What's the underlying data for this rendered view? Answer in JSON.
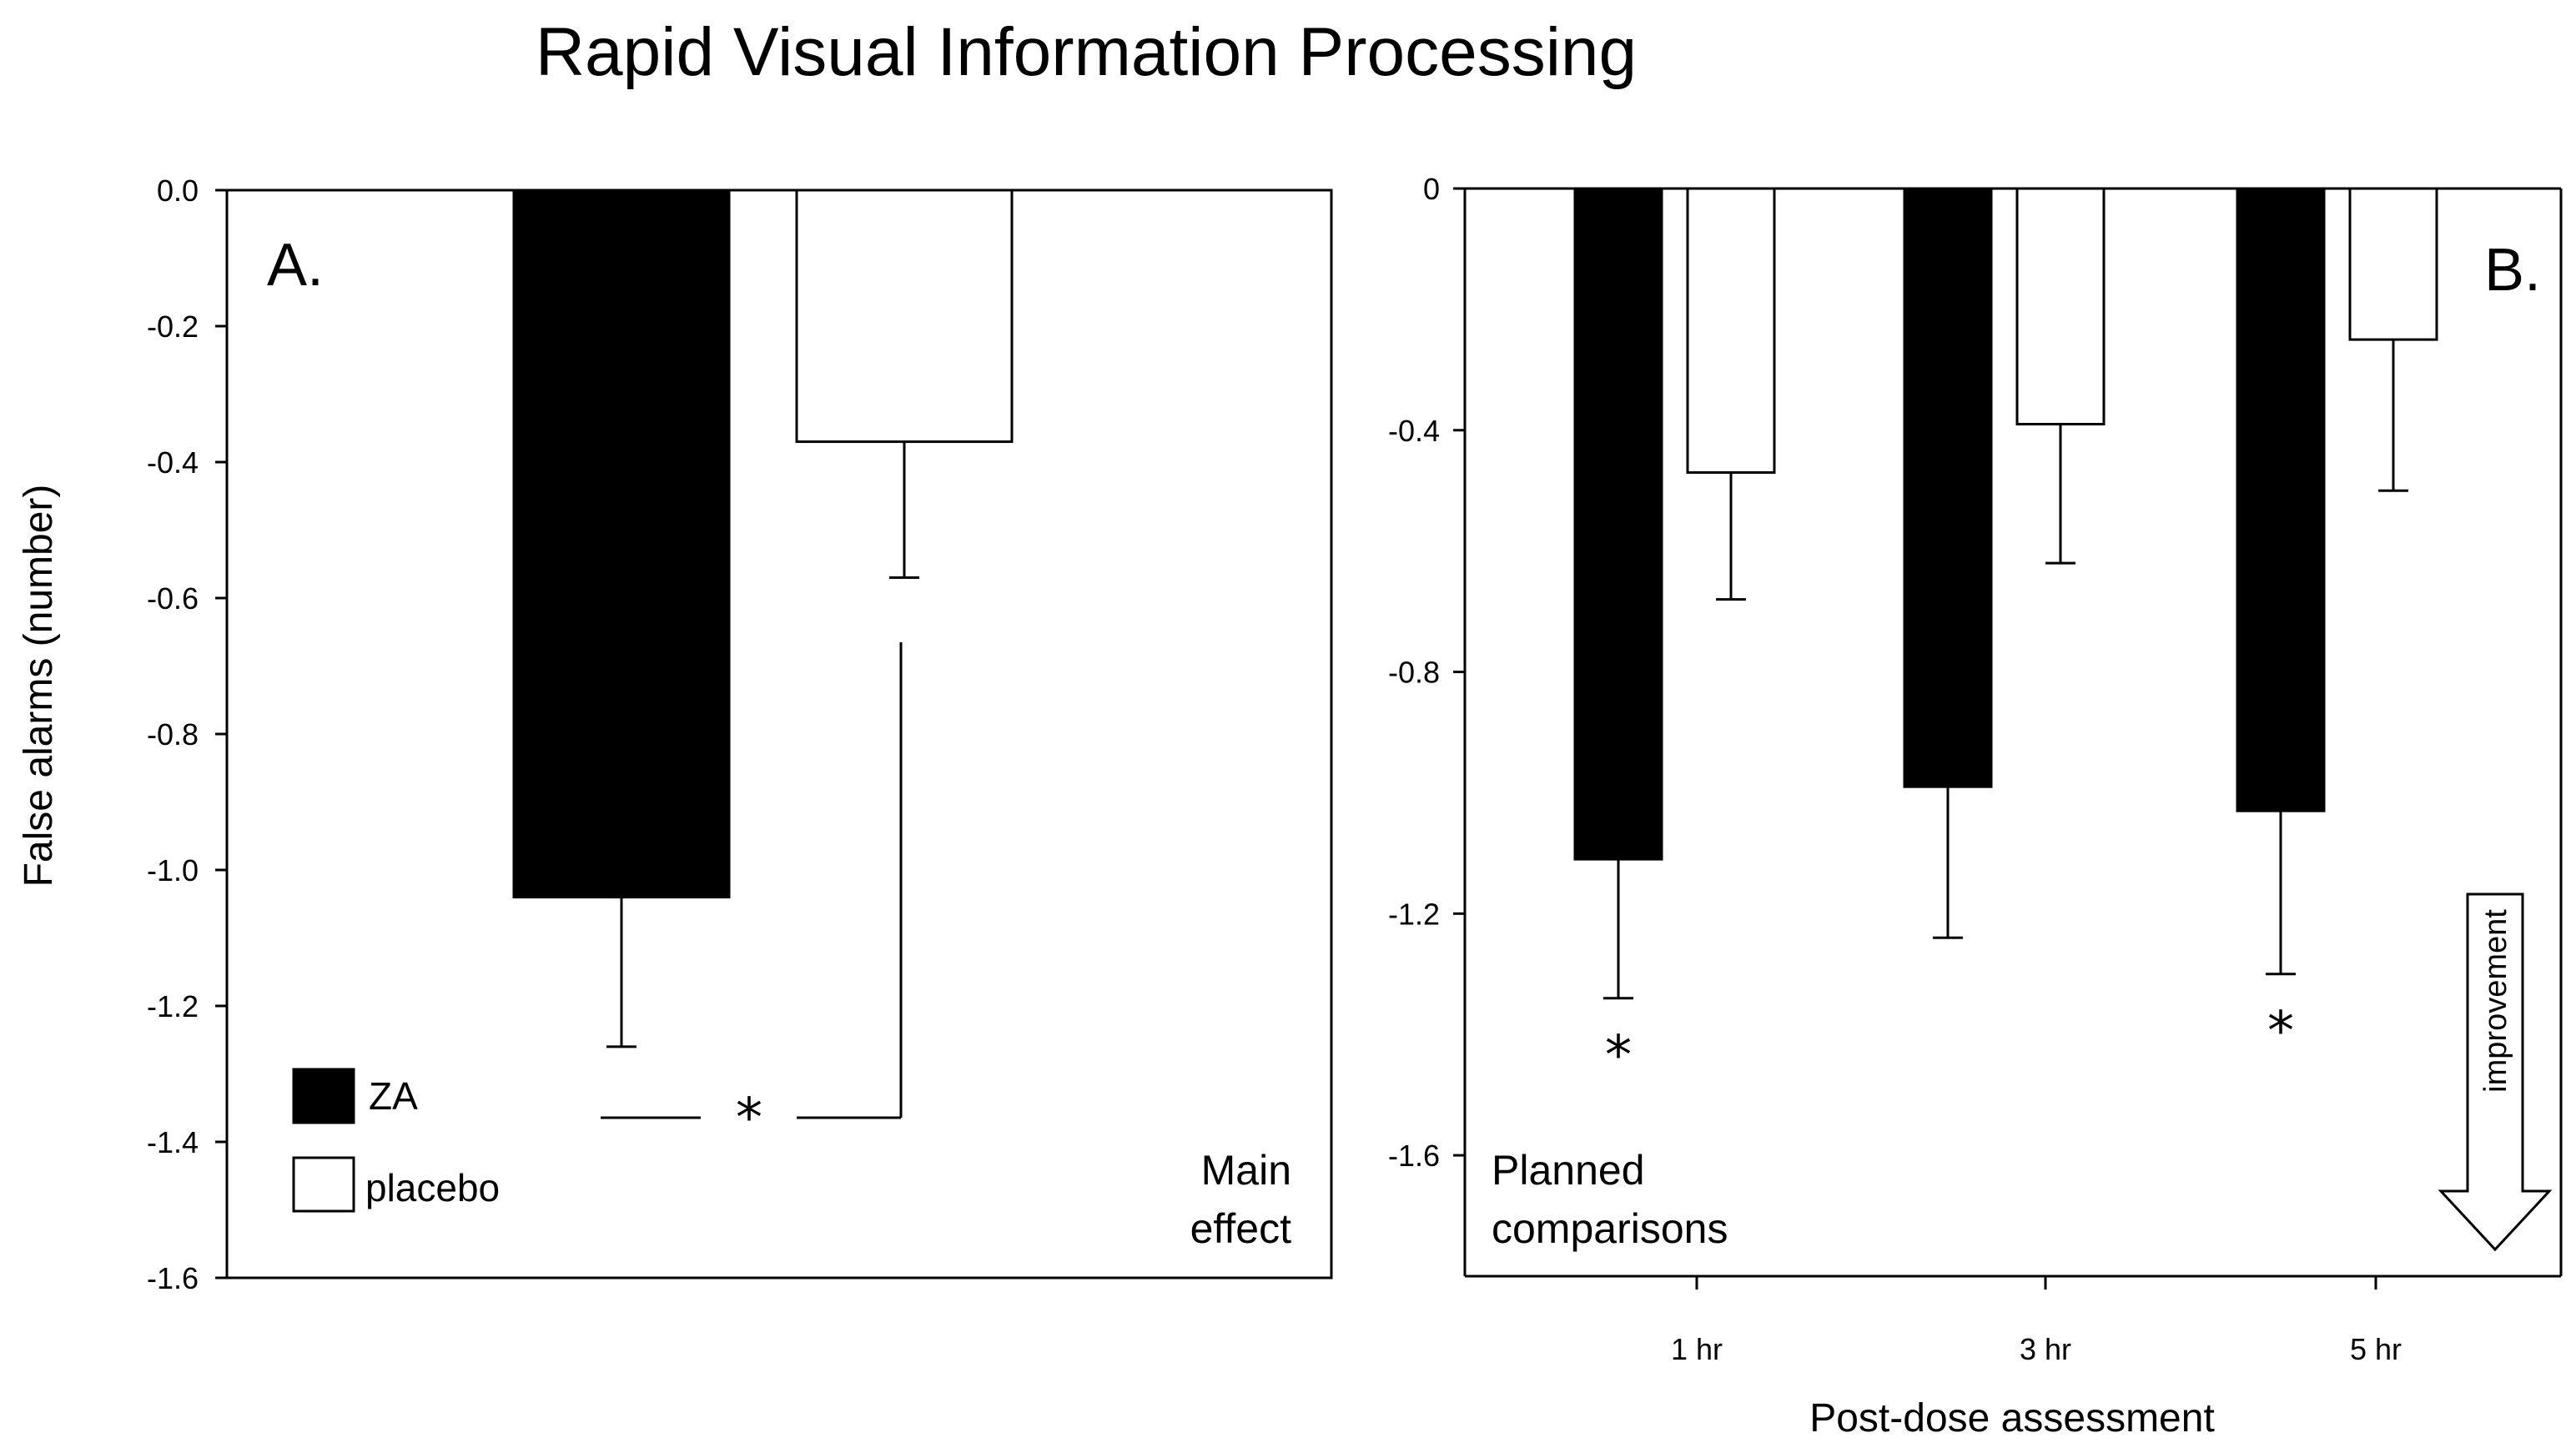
{
  "title": "Rapid Visual Information Processing",
  "ylabel": "False alarms (number)",
  "legend": [
    {
      "label": "ZA",
      "color": "#000000"
    },
    {
      "label": "placebo",
      "color": "#ffffff"
    }
  ],
  "chart_data": [
    {
      "type": "bar",
      "panel_label": "A.",
      "note_lines": [
        "Main",
        "effect"
      ],
      "ylim": [
        -1.6,
        0.0
      ],
      "yticks": [
        "0.0",
        "-0.2",
        "-0.4",
        "-0.6",
        "-0.8",
        "-1.0",
        "-1.2",
        "-1.4",
        "-1.6"
      ],
      "categories": [
        ""
      ],
      "series": [
        {
          "name": "ZA",
          "color": "#000000",
          "values": [
            -1.04
          ],
          "errors": [
            0.22
          ]
        },
        {
          "name": "placebo",
          "color": "#ffffff",
          "values": [
            -0.37
          ],
          "errors": [
            0.2
          ]
        }
      ],
      "significance": "*"
    },
    {
      "type": "bar",
      "panel_label": "B.",
      "note_lines": [
        "Planned",
        "comparisons"
      ],
      "xlabel": "Post-dose assessment",
      "ylim": [
        -1.8,
        0.0
      ],
      "yticks": [
        "0",
        "-0.4",
        "-0.8",
        "-1.2",
        "-1.6"
      ],
      "categories": [
        "1 hr",
        "3 hr",
        "5 hr"
      ],
      "series": [
        {
          "name": "ZA",
          "color": "#000000",
          "values": [
            -1.11,
            -0.99,
            -1.03
          ],
          "errors": [
            0.23,
            0.25,
            0.27
          ]
        },
        {
          "name": "placebo",
          "color": "#ffffff",
          "values": [
            -0.47,
            -0.39,
            -0.25
          ],
          "errors": [
            0.21,
            0.23,
            0.25
          ]
        }
      ],
      "significance": [
        "*",
        "",
        "*"
      ],
      "arrow_label": "improvement"
    }
  ]
}
